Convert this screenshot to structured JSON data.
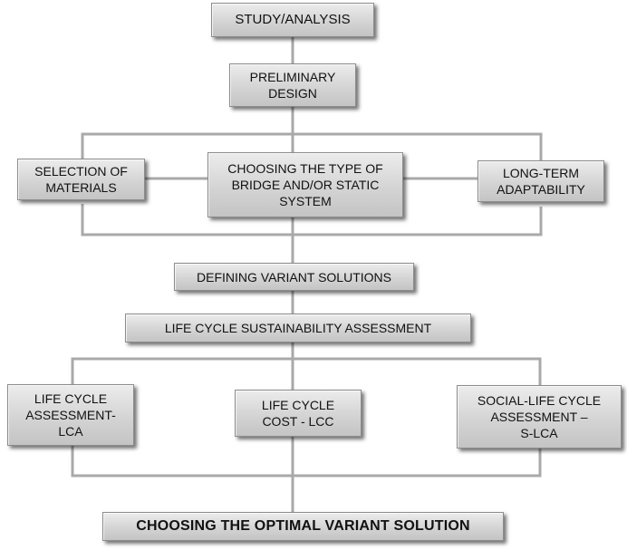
{
  "boxes": {
    "study": "STUDY/ANALYSIS",
    "preliminary": "PRELIMINARY\nDESIGN",
    "materials": "SELECTION OF\nMATERIALS",
    "bridge_type": "CHOOSING THE TYPE OF\nBRIDGE AND/OR STATIC\nSYSTEM",
    "adaptability": "LONG-TERM\nADAPTABILITY",
    "variants": "DEFINING VARIANT SOLUTIONS",
    "lcsa": "LIFE CYCLE SUSTAINABILITY ASSESSMENT",
    "lca": "LIFE CYCLE\nASSESSMENT-\nLCA",
    "lcc": "LIFE CYCLE\nCOST - LCC",
    "slca": "SOCIAL-LIFE CYCLE\nASSESSMENT –\nS-LCA",
    "optimal": "CHOOSING THE OPTIMAL VARIANT SOLUTION"
  }
}
